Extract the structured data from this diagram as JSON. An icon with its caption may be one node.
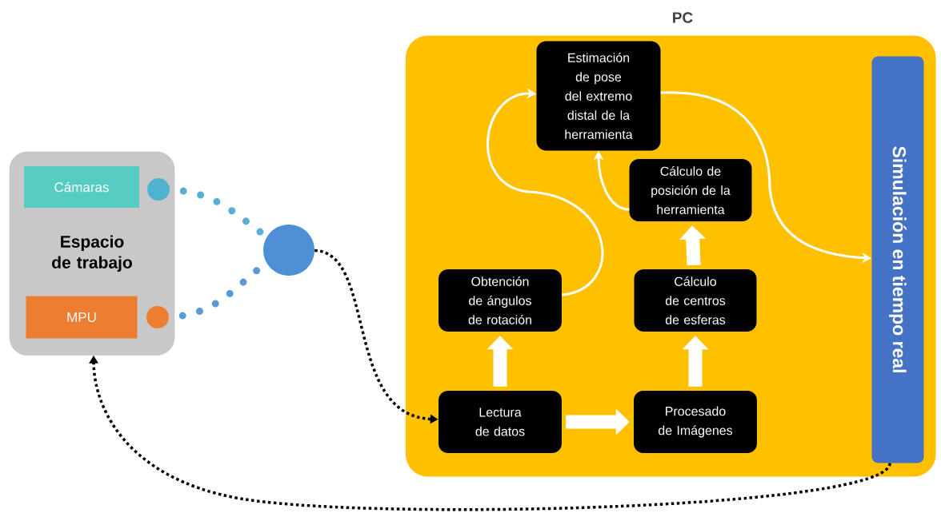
{
  "diagram": {
    "nodes": [
      {
        "text": [
          "Espacio de trabajo"
        ]
      },
      {
        "text": [
          "Cámaras"
        ],
        "in": 0
      },
      {
        "text": [
          "MPU"
        ],
        "in": 0
      },
      {
        "text": [],
        "shape": "circle",
        "in": 0
      },
      {
        "text": [],
        "shape": "circle",
        "in": 0
      },
      {
        "text": [],
        "shape": "circle"
      },
      {
        "text": [
          "PC"
        ]
      },
      {
        "text": [
          "Estimación de pose del extremo distal de la herramienta"
        ],
        "in": 6
      },
      {
        "text": [
          "Cálculo de posición de la herramienta"
        ],
        "in": 6
      },
      {
        "text": [
          "Obtención de ángulos de rotación"
        ],
        "in": 6
      },
      {
        "text": [
          "Cálculo de centros de esferas"
        ],
        "in": 6
      },
      {
        "text": [
          "Lectura de datos"
        ],
        "in": 6
      },
      {
        "text": [
          "Procesado de Imágenes"
        ],
        "in": 6
      },
      {
        "text": [
          "Simulación en tiempo real"
        ],
        "in": 6
      }
    ],
    "edges": [
      {
        "from": 3,
        "to": 5,
        "arrow": "none",
        "style": "dashed",
        "color": "#5ab0d4"
      },
      {
        "from": 4,
        "to": 5,
        "arrow": "none",
        "style": "dashed",
        "color": "#5b9bd5"
      },
      {
        "from": 5,
        "to": 11,
        "arrow": "to",
        "style": "dashed",
        "color": "#000000"
      },
      {
        "from": 13,
        "to": 0,
        "arrow": "to",
        "style": "dashed",
        "color": "#000000"
      },
      {
        "from": 11,
        "to": 12,
        "arrow": "to",
        "style": "thick"
      },
      {
        "from": 11,
        "to": 9,
        "arrow": "to",
        "style": "thick"
      },
      {
        "from": 12,
        "to": 10,
        "arrow": "to",
        "style": "thick"
      },
      {
        "from": 10,
        "to": 8,
        "arrow": "to",
        "style": "thick"
      },
      {
        "from": 8,
        "to": 7,
        "arrow": "to"
      },
      {
        "from": 9,
        "to": 7,
        "arrow": "to"
      },
      {
        "from": 7,
        "to": 13,
        "arrow": "to"
      }
    ]
  }
}
